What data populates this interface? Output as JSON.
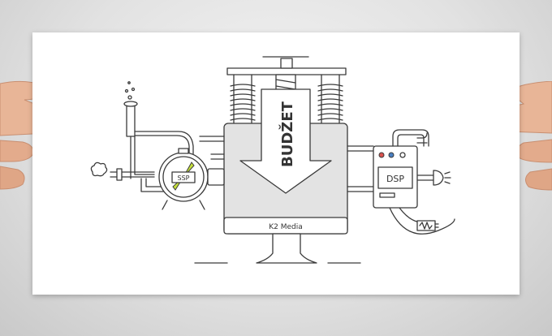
{
  "illustration": {
    "arrow_label": "BUDŽET",
    "screen_label": "K2 Media",
    "dial_label": "SSP",
    "monitor_label": "DSP"
  },
  "colors": {
    "background": "#dcdcdc",
    "paper": "#ffffff",
    "ink": "#3a3a3a",
    "machine_fill": "#e3e3e3",
    "accent_green": "#c6e03a",
    "knob_red": "#d9534f",
    "knob_blue": "#4a7fc1",
    "skin": "#e8b597"
  }
}
